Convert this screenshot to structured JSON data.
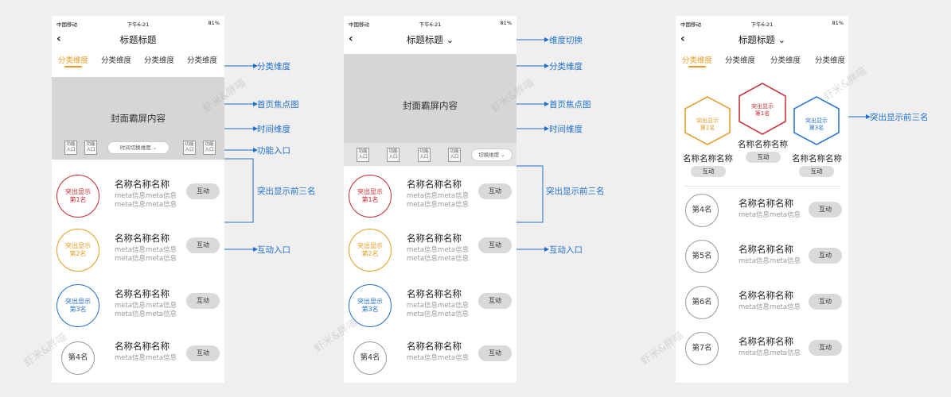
{
  "status_bar": {
    "carrier": "中国移动",
    "time": "下午6:21",
    "battery": "81%"
  },
  "title": "标题标题",
  "tabs": [
    "分类维度",
    "分类维度",
    "分类维度",
    "分类维度"
  ],
  "banner": "封面霸屏内容",
  "func_label": "功能入口",
  "pill_time": "时间切换维度",
  "pill_switch": "切换维度",
  "rank_labels": [
    "突出显示\n第1名",
    "突出显示\n第2名",
    "突出显示\n第3名"
  ],
  "rank4": "第4名",
  "item_name": "名称名称名称",
  "item_meta": "meta信息meta信息",
  "action": "互动",
  "phone3": {
    "hexes": [
      {
        "label": "突出显示\n第2名",
        "name": "名称名称名称",
        "btn": "互动"
      },
      {
        "label": "突出显示\n第1名",
        "name": "名称名称名称",
        "btn": "互动"
      },
      {
        "label": "突出显示\n第3名",
        "name": "名称名称名称",
        "btn": "互动"
      }
    ],
    "rows": [
      "第4名",
      "第5名",
      "第6名",
      "第7名"
    ]
  },
  "annotations": {
    "category": "分类维度",
    "banner": "首页焦点图",
    "time": "时间维度",
    "func": "功能入口",
    "top3": "突出显示前三名",
    "interact": "互动入口",
    "switch": "维度切换"
  },
  "watermark": "虾米&胖喵",
  "colors": {
    "gold": "#e69b1e",
    "red": "#c8282e",
    "blue": "#1f6fd0",
    "accent_ann": "#1f6fd0"
  }
}
